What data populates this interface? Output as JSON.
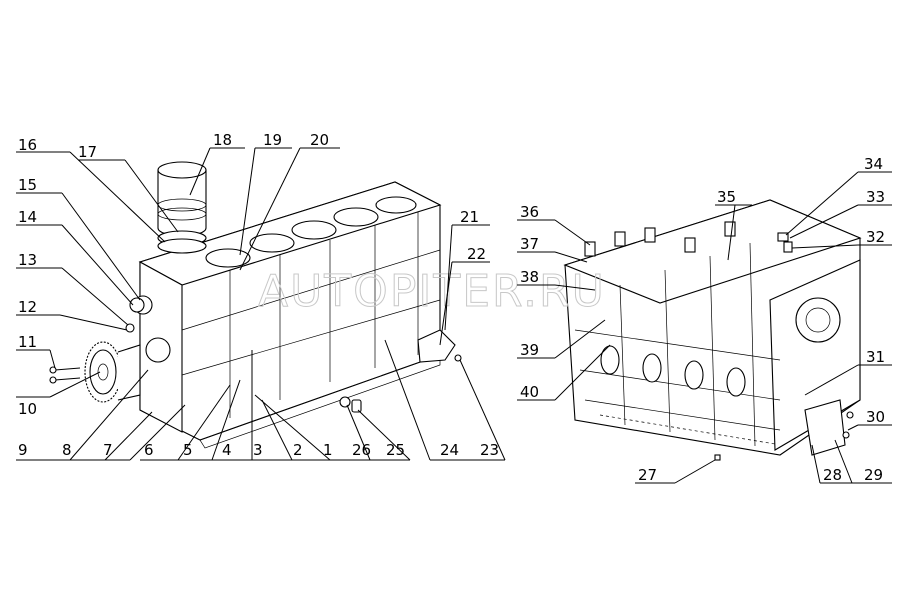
{
  "watermark": "AUTOPITER.RU",
  "callouts": [
    "1",
    "2",
    "3",
    "4",
    "5",
    "6",
    "7",
    "8",
    "9",
    "10",
    "11",
    "12",
    "13",
    "14",
    "15",
    "16",
    "17",
    "18",
    "19",
    "20",
    "21",
    "22",
    "23",
    "24",
    "25",
    "26",
    "27",
    "28",
    "29",
    "30",
    "31",
    "32",
    "33",
    "34",
    "35",
    "36",
    "37",
    "38",
    "39",
    "40"
  ]
}
